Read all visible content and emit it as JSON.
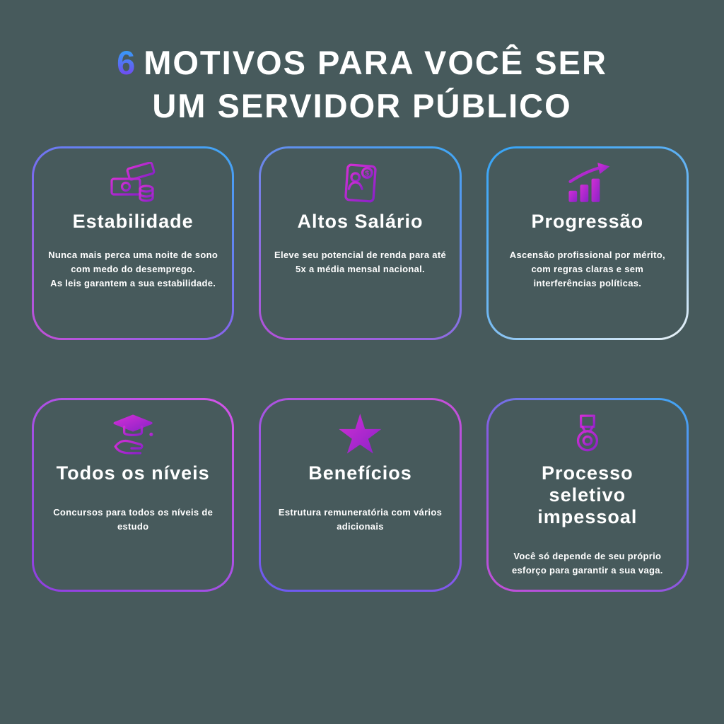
{
  "page": {
    "background_color": "#475a5c",
    "accent_blue": "#3fa9f5",
    "accent_purple": "#b44fd8",
    "icon_gradient": [
      "#d12fd4",
      "#8b22c8"
    ]
  },
  "title": {
    "number": "6",
    "rest1": "MOTIVOS PARA VOCÊ SER",
    "line2": "UM SERVIDOR PÚBLICO"
  },
  "cards": [
    {
      "icon": "money-icon",
      "title": "Estabilidade",
      "body": "Nunca mais perca uma noite de sono com medo do desemprego.\nAs leis garantem a sua estabilidade."
    },
    {
      "icon": "salary-document-icon",
      "title": "Altos Salário",
      "body": "Eleve seu potencial de renda para até 5x a média mensal nacional."
    },
    {
      "icon": "growth-chart-icon",
      "title": "Progressão",
      "body": "Ascensão profissional por mérito, com regras claras e sem interferências políticas."
    },
    {
      "icon": "graduation-hand-icon",
      "title": "Todos os níveis",
      "body": "Concursos para todos os níveis de estudo"
    },
    {
      "icon": "star-icon",
      "title": "Benefícios",
      "body": "Estrutura remuneratória com vários adicionais"
    },
    {
      "icon": "medal-icon",
      "title": "Processo seletivo impessoal",
      "body": "Você só depende de seu próprio esforço para garantir a sua vaga."
    }
  ]
}
